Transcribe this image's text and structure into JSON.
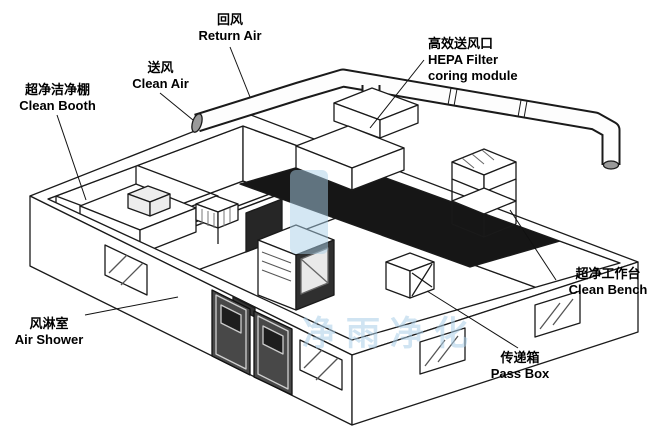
{
  "diagram": {
    "title": "cleanroom-isometric-diagram",
    "colors": {
      "outline": "#1a1a1a",
      "ceiling_panel": "#161616",
      "watermark": "#aacfe8"
    },
    "labels": {
      "return_air": {
        "zh": "回风",
        "en": "Return Air"
      },
      "hepa_filter": {
        "zh": "高效送风口",
        "en_line1": "HEPA Filter",
        "en_line2": "coring module"
      },
      "clean_air": {
        "zh": "送风",
        "en": "Clean Air"
      },
      "clean_booth": {
        "zh": "超净洁净棚",
        "en": "Clean Booth"
      },
      "clean_bench": {
        "zh": "超净工作台",
        "en": "Clean Bench"
      },
      "air_shower": {
        "zh": "风淋室",
        "en": "Air Shower"
      },
      "pass_box": {
        "zh": "传递箱",
        "en": "Pass Box"
      }
    },
    "watermark": {
      "text": "净雨净化"
    }
  }
}
